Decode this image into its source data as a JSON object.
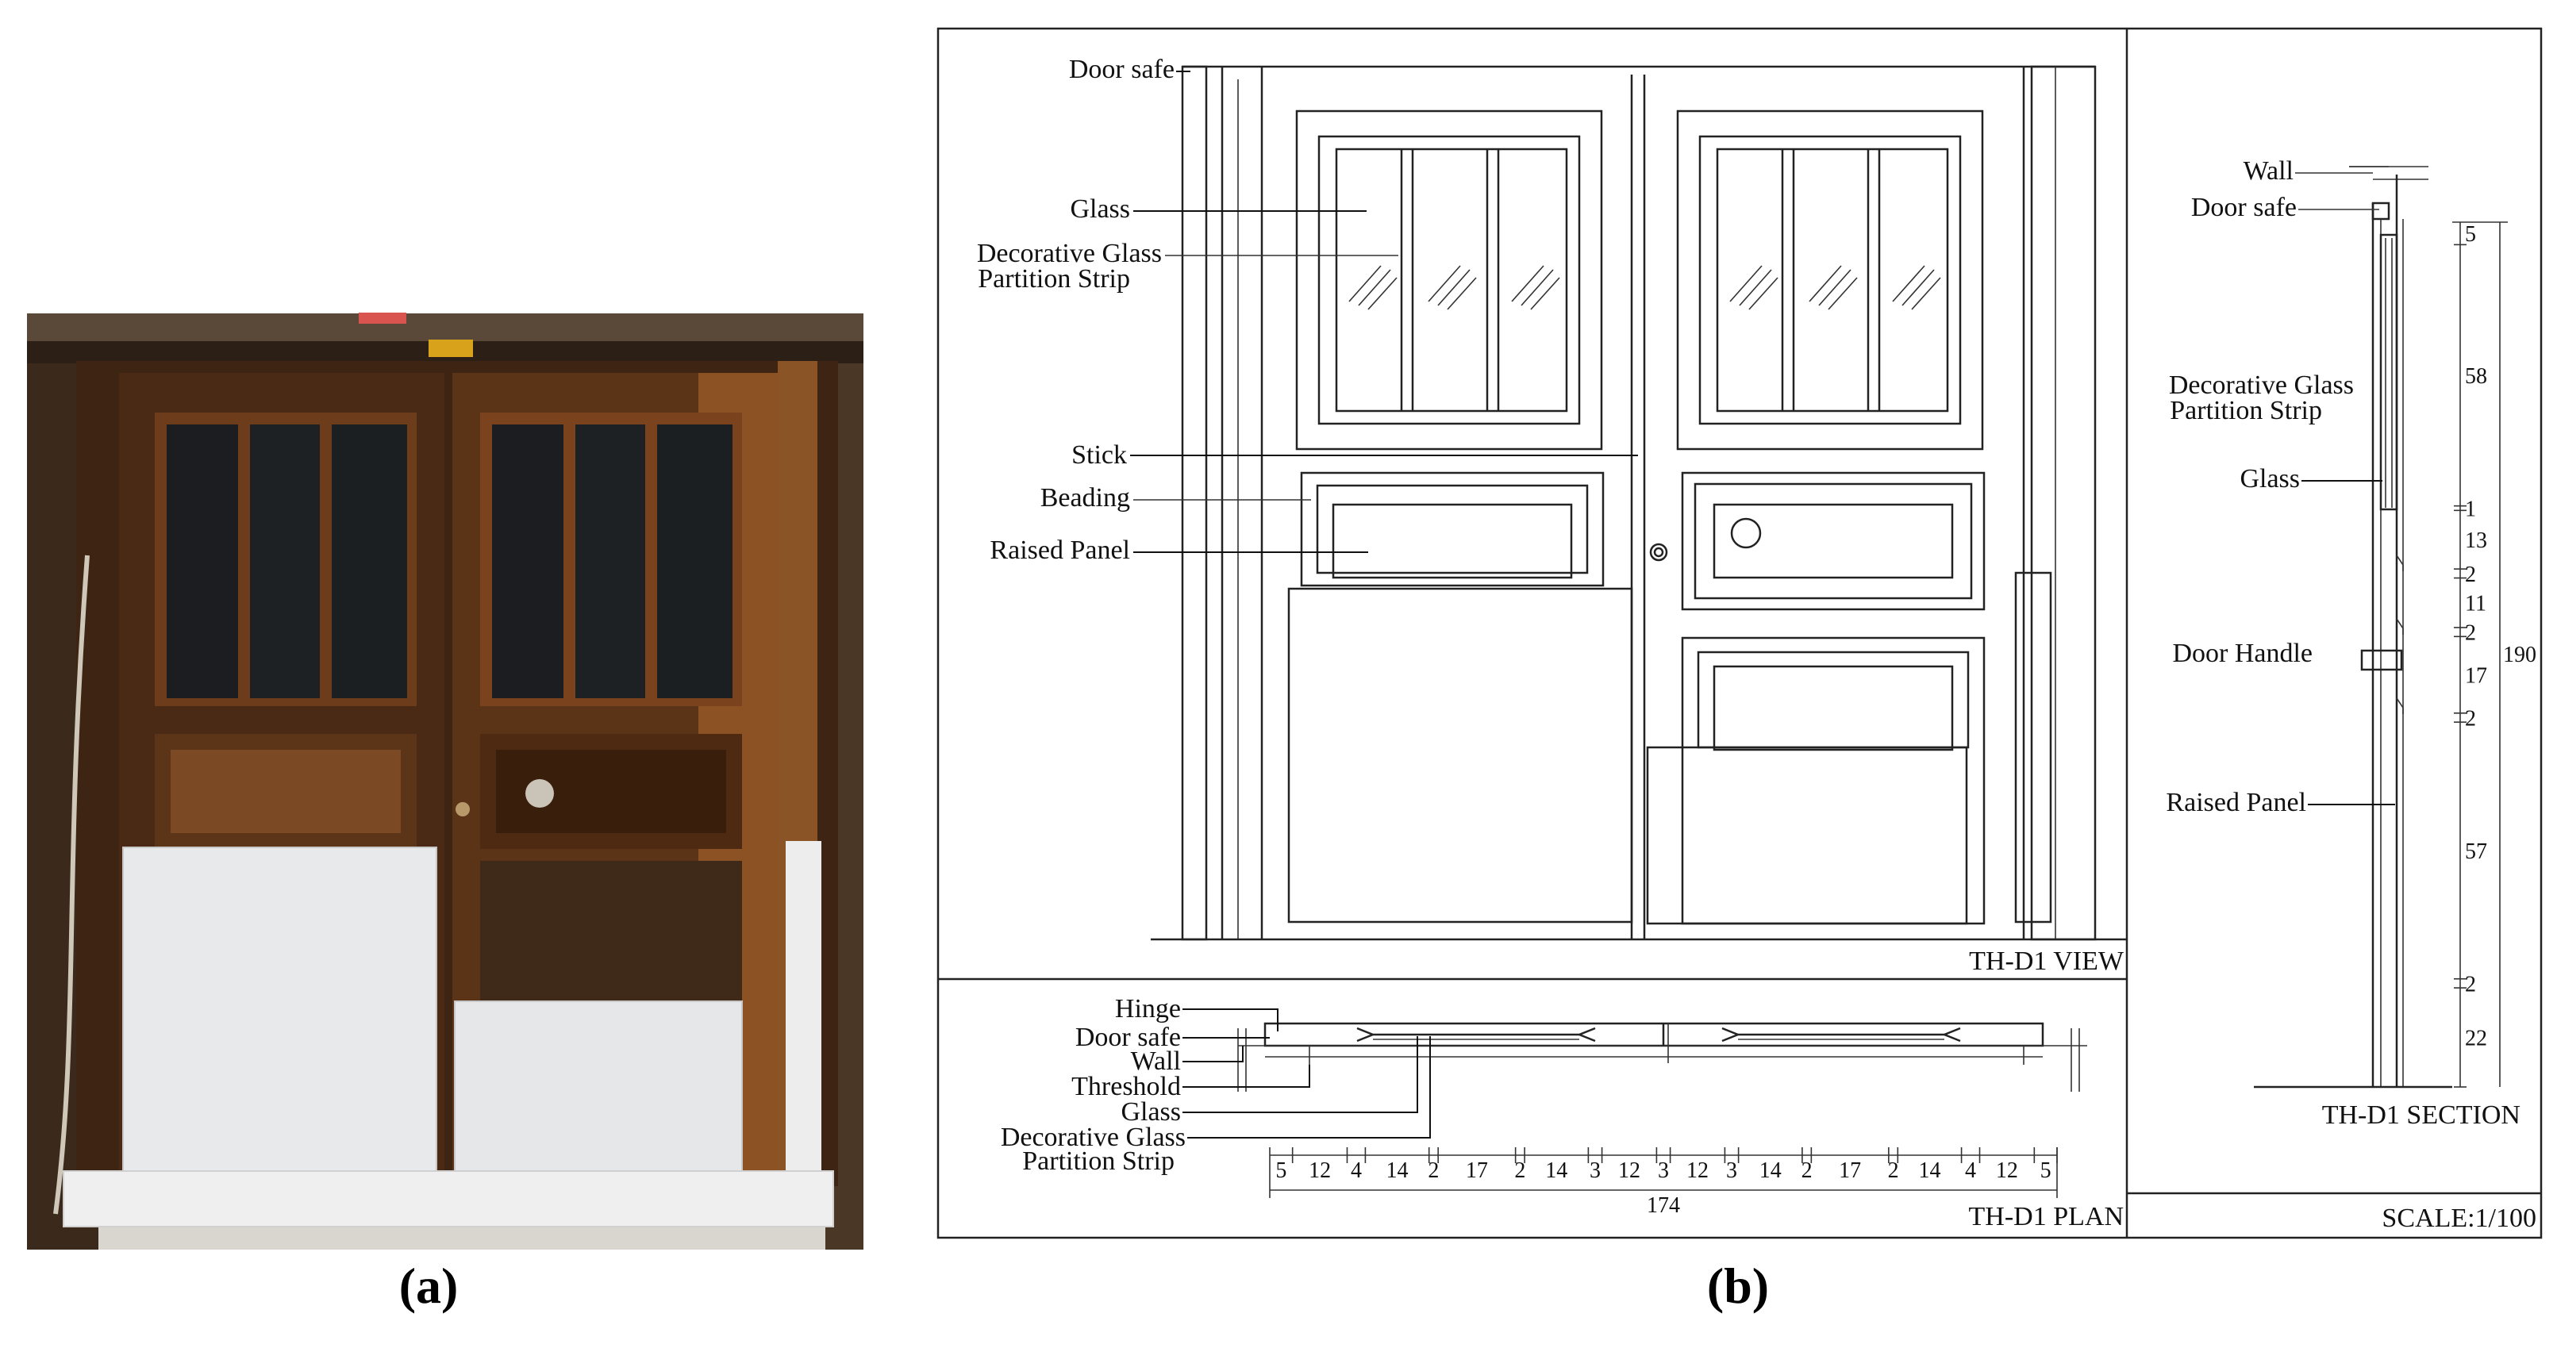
{
  "captions": {
    "a": "(a)",
    "b": "(b)"
  },
  "view": {
    "title": "TH-D1  VIEW",
    "labels": [
      "Door safe",
      "Glass",
      "Decorative Glass",
      "Partition Strip",
      "Stick",
      "Beading",
      "Raised Panel"
    ]
  },
  "plan": {
    "title": "TH-D1  PLAN",
    "labels": [
      "Hinge",
      "Door safe",
      "Wall",
      "Threshold",
      "Glass",
      "Decorative Glass",
      "Partition Strip"
    ],
    "dims": [
      "5",
      "12",
      "4",
      "14",
      "2",
      "17",
      "2",
      "14",
      "3",
      "12",
      "3",
      "12",
      "3",
      "14",
      "2",
      "17",
      "2",
      "14",
      "4",
      "12",
      "5"
    ],
    "total": "174"
  },
  "section": {
    "title": "TH-D1  SECTION",
    "labels": [
      "Wall",
      "Door safe",
      "Decorative Glass",
      "Partition Strip",
      "Glass",
      "Door Handle",
      "Raised Panel"
    ],
    "dims": [
      "5",
      "58",
      "1",
      "13",
      "2",
      "11",
      "2",
      "17",
      "2",
      "57",
      "2",
      "22"
    ],
    "total": "190"
  },
  "scale": "SCALE:1/100",
  "colors": {
    "wood_dark": "#3a2414",
    "wood_mid": "#6b3f1f",
    "wood_light": "#a0612e",
    "glass": "#1b1e22",
    "board": "#e9eaec",
    "line": "#222222"
  }
}
